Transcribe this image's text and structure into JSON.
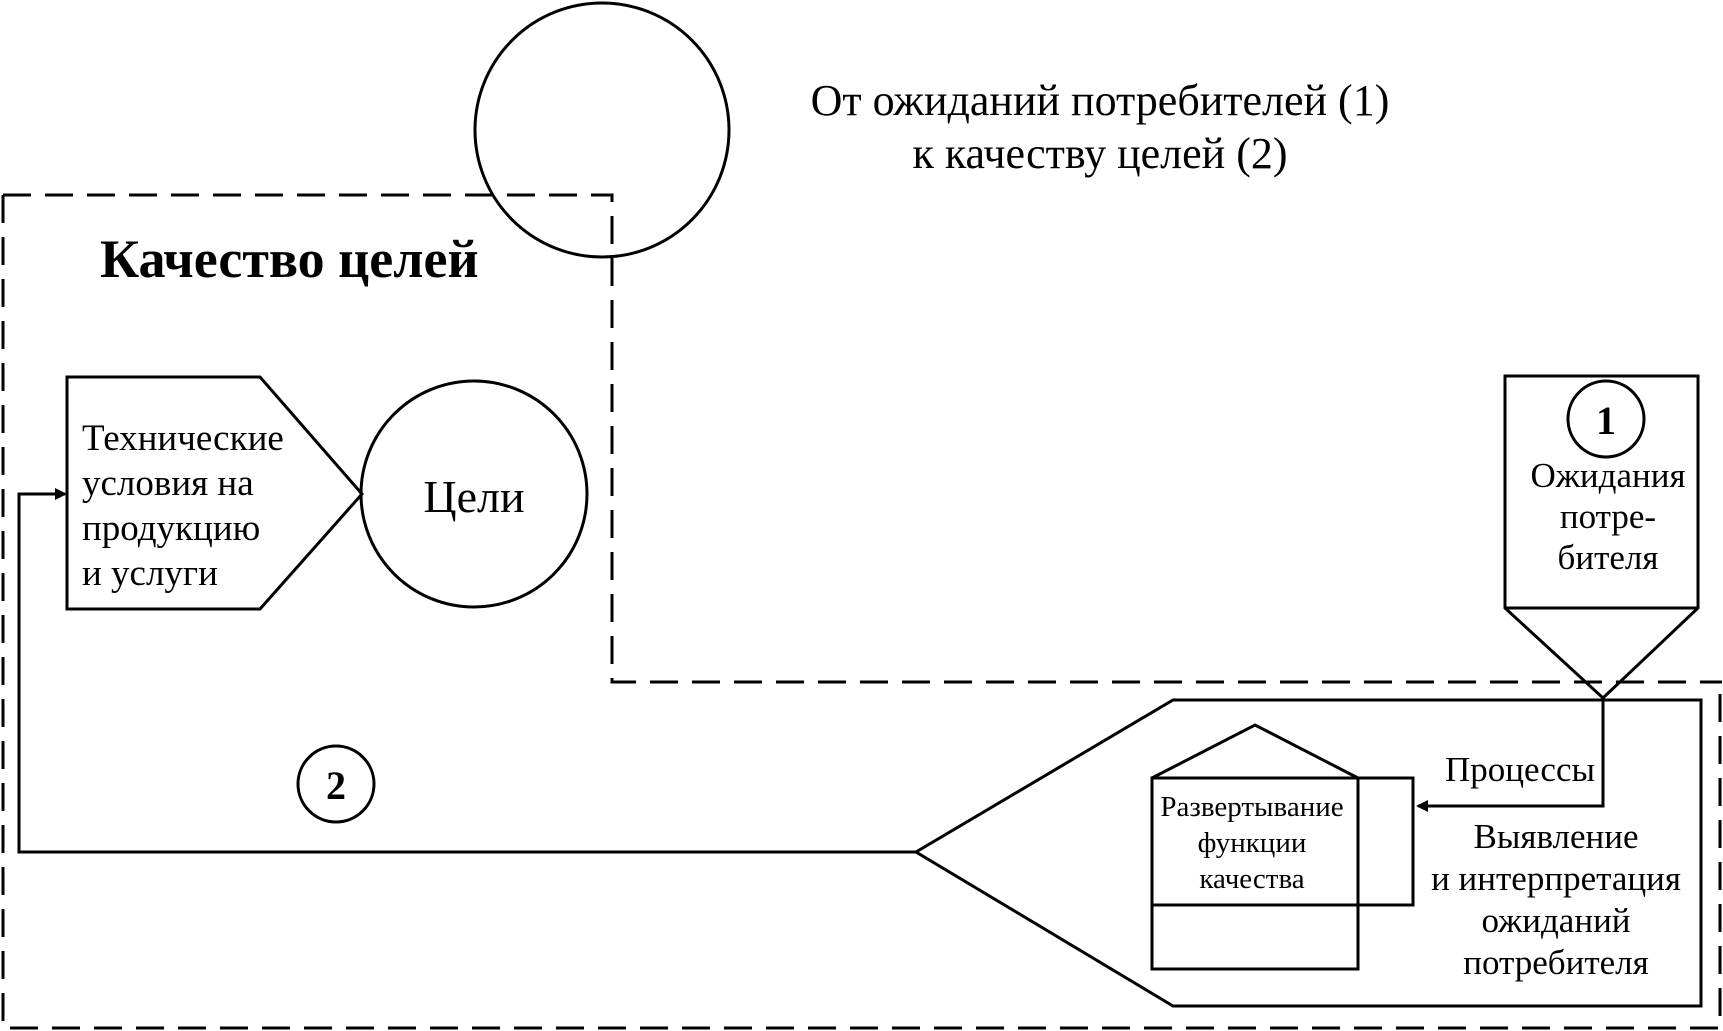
{
  "header": {
    "line1": "От ожиданий потребителей (1)",
    "line2": "к качеству целей (2)"
  },
  "quality_section": {
    "title": "Качество целей"
  },
  "tech_spec": {
    "lines": [
      "Технические",
      "условия на",
      "продукцию",
      "и услуги"
    ]
  },
  "goals": {
    "label": "Цели"
  },
  "customer_expectations": {
    "number": "1",
    "lines": [
      "Ожидания",
      "потре-",
      "бителя"
    ]
  },
  "step2": {
    "number": "2"
  },
  "processes": {
    "label": "Процессы"
  },
  "identification": {
    "lines": [
      "Выявление",
      "и интерпретация",
      "ожиданий",
      "потребителя"
    ]
  },
  "qfd": {
    "lines": [
      "Развертывание",
      "функции",
      "качества"
    ]
  }
}
